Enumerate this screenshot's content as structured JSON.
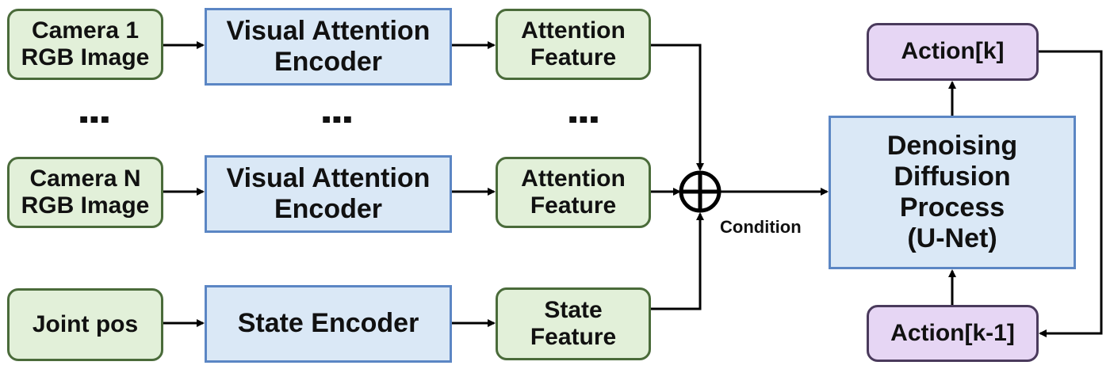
{
  "inputs": {
    "camera1": [
      "Camera 1",
      "RGB Image"
    ],
    "cameraN": [
      "Camera N",
      "RGB Image"
    ],
    "joint": "Joint pos"
  },
  "encoders": {
    "visual1": [
      "Visual Attention",
      "Encoder"
    ],
    "visualN": [
      "Visual Attention",
      "Encoder"
    ],
    "state": "State Encoder"
  },
  "features": {
    "attention1": [
      "Attention",
      "Feature"
    ],
    "attentionN": [
      "Attention",
      "Feature"
    ],
    "state": [
      "State",
      "Feature"
    ]
  },
  "ellipsis": "⋮",
  "combine_symbol": "⊕",
  "condition_label": "Condition",
  "diffusion": [
    "Denoising",
    "Diffusion",
    "Process",
    "(U-Net)"
  ],
  "actions": {
    "current": "Action[k]",
    "previous": "Action[k-1]"
  },
  "colors": {
    "green_fill": "#e2f0d9",
    "blue_fill": "#dae8f6",
    "purple_fill": "#e6d6f4"
  }
}
